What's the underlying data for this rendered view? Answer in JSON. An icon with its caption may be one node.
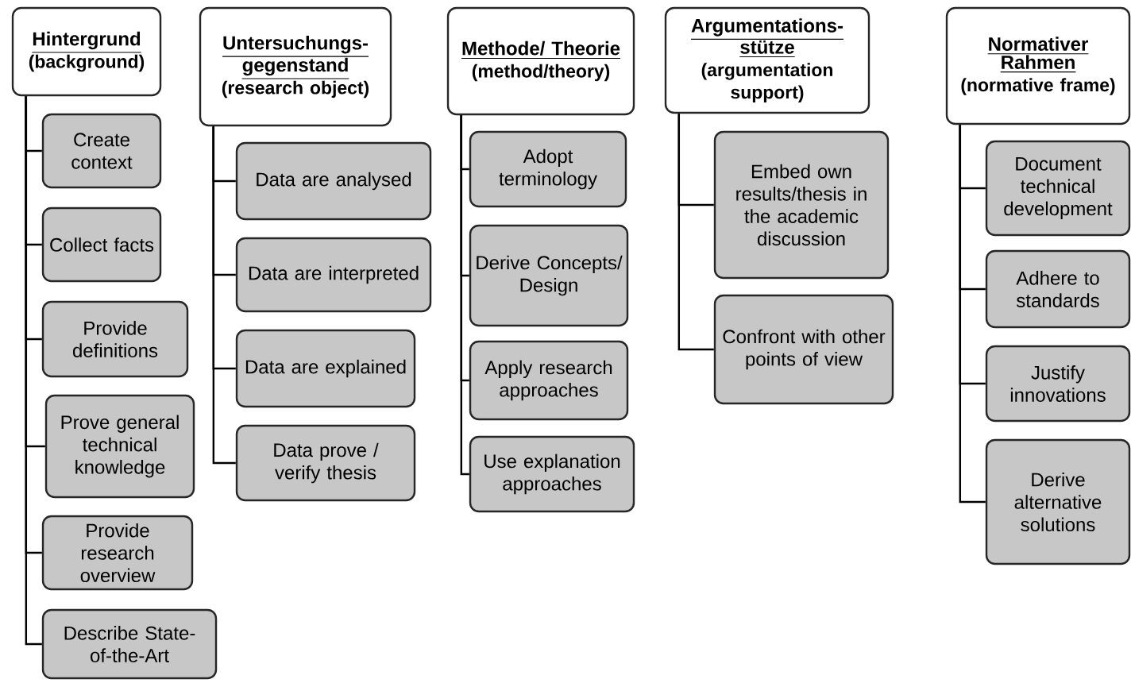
{
  "diagram": {
    "nodes": [
      {
        "text": [
          "Hintergrund",
          "(background)"
        ]
      },
      {
        "text": [
          "Create context"
        ]
      },
      {
        "text": [
          "Collect facts"
        ]
      },
      {
        "text": [
          "Provide definitions"
        ]
      },
      {
        "text": [
          "Prove general technical knowledge"
        ]
      },
      {
        "text": [
          "Provide research overview"
        ]
      },
      {
        "text": [
          "Describe State-of-the-Art"
        ]
      },
      {
        "text": [
          "Untersuchungs-gegenstand",
          "(research object)"
        ]
      },
      {
        "text": [
          "Data are analysed"
        ]
      },
      {
        "text": [
          "Data are interpreted"
        ]
      },
      {
        "text": [
          "Data are explained"
        ]
      },
      {
        "text": [
          "Data prove / verify thesis"
        ]
      },
      {
        "text": [
          "Methode/ Theorie",
          "(method/theory)"
        ]
      },
      {
        "text": [
          "Adopt terminology"
        ]
      },
      {
        "text": [
          "Derive Concepts/ Design"
        ]
      },
      {
        "text": [
          "Apply research approaches"
        ]
      },
      {
        "text": [
          "Use explanation approaches"
        ]
      },
      {
        "text": [
          "Argumentations-stütze",
          "(argumentation support)"
        ]
      },
      {
        "text": [
          "Embed own results/thesis in the academic discussion"
        ]
      },
      {
        "text": [
          "Confront with other points of view"
        ]
      },
      {
        "text": [
          "Normativer Rahmen",
          "(normative frame)"
        ]
      },
      {
        "text": [
          "Document technical development"
        ]
      },
      {
        "text": [
          "Adhere to standards"
        ]
      },
      {
        "text": [
          "Justify innovations"
        ]
      },
      {
        "text": [
          "Derive alternative solutions"
        ]
      }
    ],
    "edges": [
      {
        "from": 0,
        "to": 1,
        "arrow": "none"
      },
      {
        "from": 0,
        "to": 2,
        "arrow": "none"
      },
      {
        "from": 0,
        "to": 3,
        "arrow": "none"
      },
      {
        "from": 0,
        "to": 4,
        "arrow": "none"
      },
      {
        "from": 0,
        "to": 5,
        "arrow": "none"
      },
      {
        "from": 0,
        "to": 6,
        "arrow": "none"
      },
      {
        "from": 7,
        "to": 8,
        "arrow": "none"
      },
      {
        "from": 7,
        "to": 9,
        "arrow": "none"
      },
      {
        "from": 7,
        "to": 10,
        "arrow": "none"
      },
      {
        "from": 7,
        "to": 11,
        "arrow": "none"
      },
      {
        "from": 12,
        "to": 13,
        "arrow": "none"
      },
      {
        "from": 12,
        "to": 14,
        "arrow": "none"
      },
      {
        "from": 12,
        "to": 15,
        "arrow": "none"
      },
      {
        "from": 12,
        "to": 16,
        "arrow": "none"
      },
      {
        "from": 17,
        "to": 18,
        "arrow": "none"
      },
      {
        "from": 17,
        "to": 19,
        "arrow": "none"
      },
      {
        "from": 20,
        "to": 21,
        "arrow": "none"
      },
      {
        "from": 20,
        "to": 22,
        "arrow": "none"
      },
      {
        "from": 20,
        "to": 23,
        "arrow": "none"
      },
      {
        "from": 20,
        "to": 24,
        "arrow": "none"
      }
    ]
  }
}
